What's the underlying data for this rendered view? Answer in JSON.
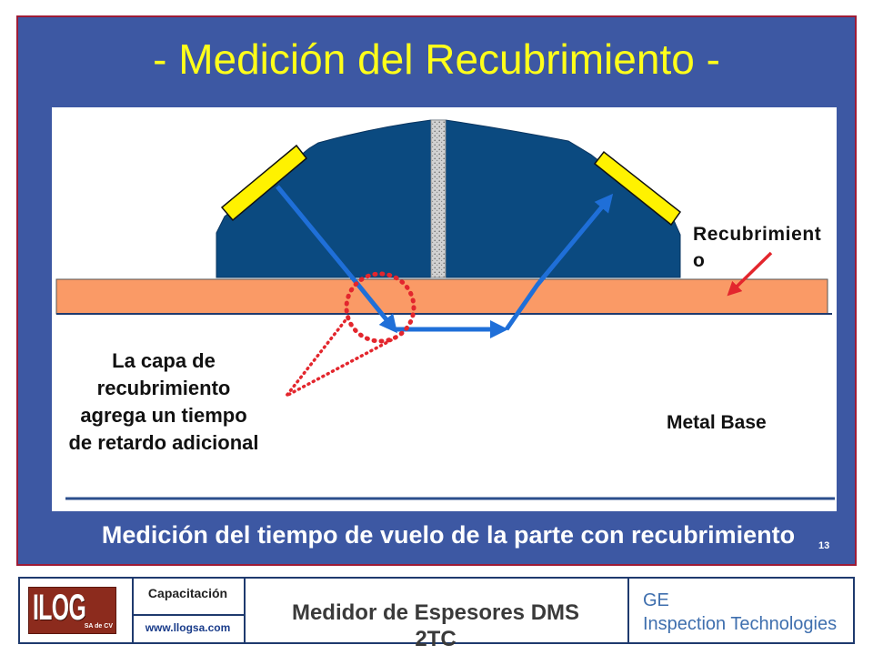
{
  "slide": {
    "title": "- Medición del Recubrimiento -",
    "caption": "Medición del tiempo de vuelo de la parte con recubrimiento",
    "slide_number": "13"
  },
  "diagram": {
    "callout_lines": [
      "La capa de",
      "recubrimiento",
      "agrega un tiempo",
      "de retardo adicional"
    ],
    "coating_label_lines": [
      "Recubrimient",
      "o"
    ],
    "base_label": "Metal Base"
  },
  "footer": {
    "logo": {
      "text": "ILOG",
      "sub": "SA de CV"
    },
    "training_label": "Capacitación",
    "website": "www.llogsa.com",
    "product_lines": [
      "Medidor de Espesores DMS",
      "2TC"
    ],
    "company_lines": [
      "GE",
      "Inspection Technologies"
    ]
  },
  "colors": {
    "panel_background": "#3D58A3",
    "panel_border": "#9E1C36",
    "title": "#FFFF1A",
    "transducer": "#0B4A80",
    "crystal": "#FFF200",
    "coating_layer": "#FA9A66",
    "sound_path": "#1F6FD8",
    "highlight_red": "#E3262D",
    "footer_border": "#1F3A6E",
    "company_text": "#3F6FAE"
  }
}
